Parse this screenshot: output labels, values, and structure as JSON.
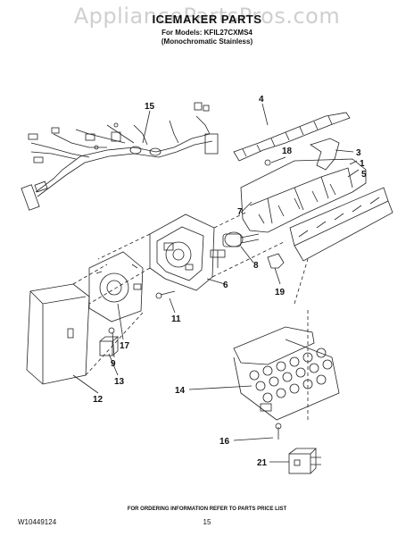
{
  "header": {
    "watermark": "AppliancePartsPros.com",
    "title": "ICEMAKER PARTS",
    "model_line": "For Models: KFIL27CXMS4",
    "variant_line": "(Monochromatic Stainless)"
  },
  "callouts": {
    "c15": "15",
    "c4": "4",
    "c18": "18",
    "c3": "3",
    "c1": "1",
    "c5": "5",
    "c7": "7",
    "c8": "8",
    "c6": "6",
    "c19": "19",
    "c11": "11",
    "c17": "17",
    "c9": "9",
    "c13": "13",
    "c12": "12",
    "c14": "14",
    "c16": "16",
    "c21": "21"
  },
  "footer": {
    "note": "FOR ORDERING INFORMATION REFER TO PARTS PRICE LIST",
    "doc_number": "W10449124",
    "page_number": "15"
  }
}
